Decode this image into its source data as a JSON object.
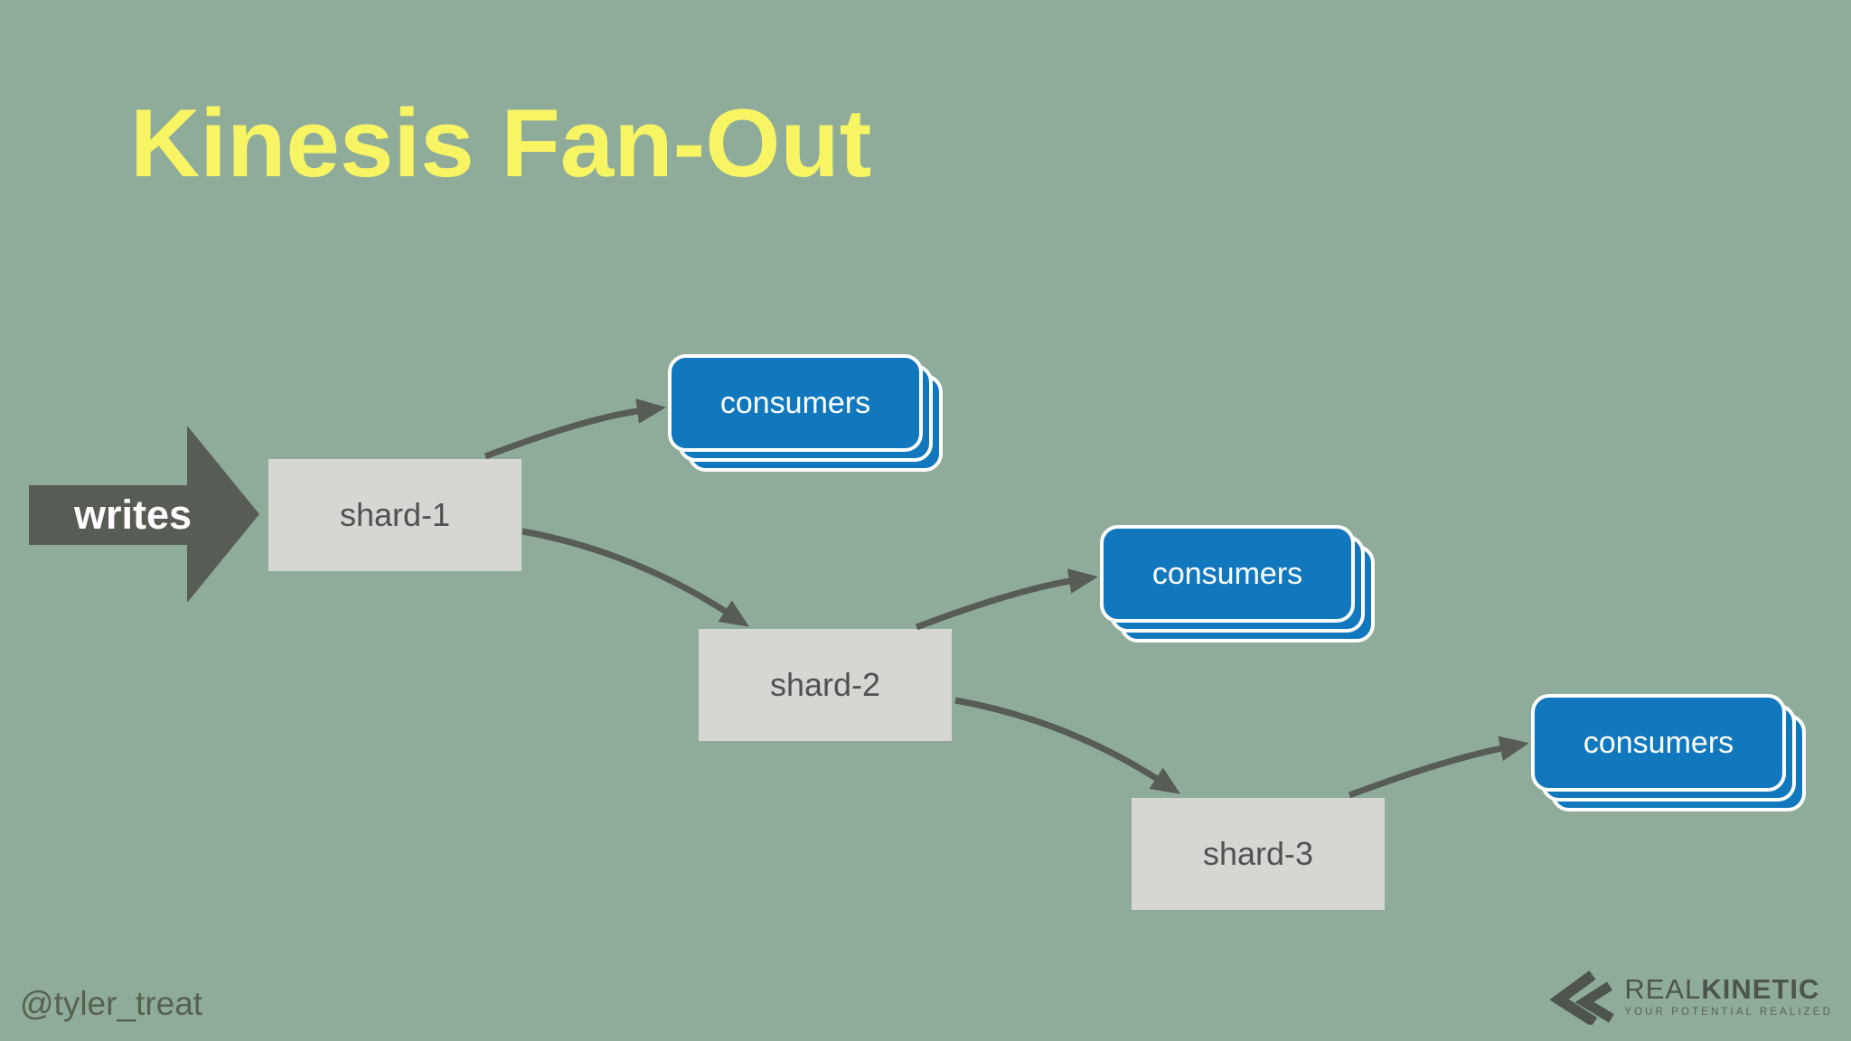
{
  "slide": {
    "title": "Kinesis Fan-Out",
    "footer_handle": "@tyler_treat",
    "background_color": "#8FAC9A",
    "title_color": "#F8F565"
  },
  "diagram": {
    "writes_label": "writes",
    "shards": [
      {
        "label": "shard-1"
      },
      {
        "label": "shard-2"
      },
      {
        "label": "shard-3"
      }
    ],
    "consumer_stacks": [
      {
        "label": "consumers",
        "copies": 3
      },
      {
        "label": "consumers",
        "copies": 3
      },
      {
        "label": "consumers",
        "copies": 3
      }
    ],
    "colors": {
      "consumer_blue": "#1178BE",
      "node_gray": "#D6D7D3",
      "node_text": "#4E5351",
      "arrow_gray": "#575C54",
      "writes_text": "#FFFFFF"
    }
  },
  "logo": {
    "brand_part1": "REAL",
    "brand_part2": "KINETIC",
    "tagline": "YOUR POTENTIAL REALIZED",
    "icon": "double-chevron-left"
  }
}
